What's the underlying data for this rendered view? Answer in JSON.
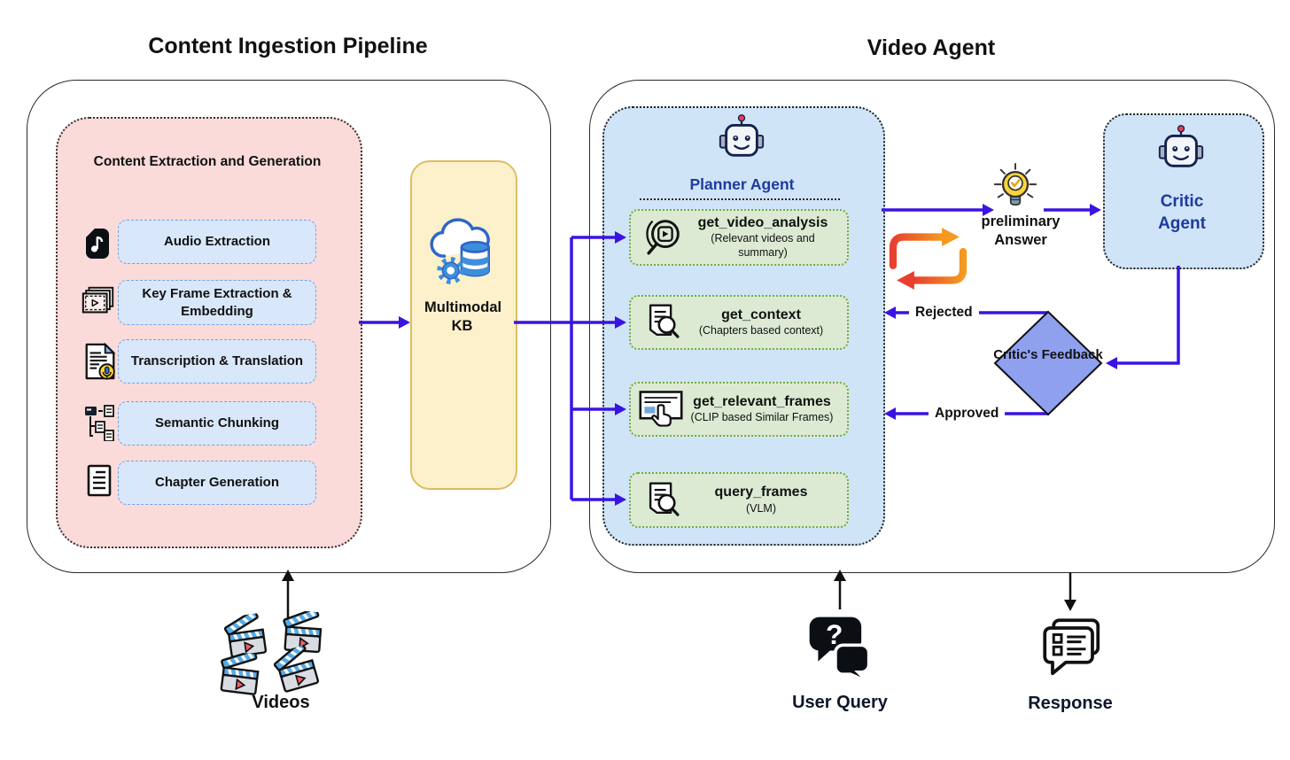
{
  "titles": {
    "pipeline": "Content Ingestion Pipeline",
    "agent": "Video Agent"
  },
  "pipeline": {
    "group_title": "Content Extraction and Generation",
    "steps": [
      {
        "label": "Audio Extraction",
        "icon": "audio-file-icon"
      },
      {
        "label": "Key Frame Extraction & Embedding",
        "icon": "key-frames-icon"
      },
      {
        "label": "Transcription & Translation",
        "icon": "transcript-mic-icon"
      },
      {
        "label": "Semantic Chunking",
        "icon": "semantic-tree-icon"
      },
      {
        "label": "Chapter Generation",
        "icon": "chapter-doc-icon"
      }
    ],
    "kb_label": "Multimodal KB",
    "input_label": "Videos"
  },
  "agent": {
    "planner_title": "Planner Agent",
    "tools": [
      {
        "name": "get_video_analysis",
        "desc": "(Relevant videos and summary)",
        "icon": "video-search-icon"
      },
      {
        "name": "get_context",
        "desc": "(Chapters based context)",
        "icon": "doc-search-icon"
      },
      {
        "name": "get_relevant_frames",
        "desc": "(CLIP based Similar Frames)",
        "icon": "frame-pointer-icon"
      },
      {
        "name": "query_frames",
        "desc": "(VLM)",
        "icon": "doc-search-icon"
      }
    ],
    "critic_title": "Critic Agent",
    "preliminary_label": "preliminary Answer",
    "feedback_label": "Critic's Feedback",
    "rejected_label": "Rejected",
    "approved_label": "Approved",
    "query_label": "User Query",
    "response_label": "Response"
  },
  "colors": {
    "arrow_blue": "#3a13e4",
    "pink_fill": "#fbdbd9",
    "step_fill": "#d8e7f9",
    "kb_fill": "#fcf1cb",
    "planner_fill": "#cfe4f7",
    "tool_fill": "#dcead3",
    "tool_border": "#6fad47",
    "diamond_fill": "#8fa0ef",
    "agent_text_blue": "#1e3a9f"
  }
}
